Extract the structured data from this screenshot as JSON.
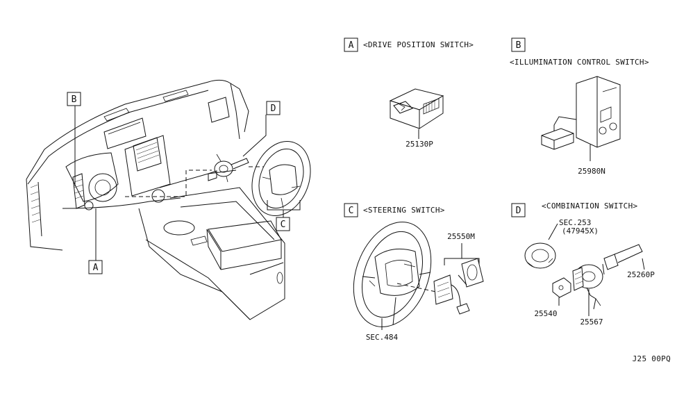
{
  "callouts": {
    "a": "A",
    "b": "B",
    "c": "C",
    "d": "D"
  },
  "sections": {
    "a": {
      "letter": "A",
      "title": "<DRIVE POSITION SWITCH>"
    },
    "b": {
      "letter": "B",
      "title": "<ILLUMINATION CONTROL SWITCH>"
    },
    "c": {
      "letter": "C",
      "title": "<STEERING SWITCH>"
    },
    "d": {
      "letter": "D",
      "title": "<COMBINATION SWITCH>"
    }
  },
  "parts": {
    "p25130P": "25130P",
    "p25980N": "25980N",
    "p25550M": "25550M",
    "sec484": "SEC.484",
    "sec253": "SEC.253",
    "p47945X": "(47945X)",
    "p25260P": "25260P",
    "p25540": "25540",
    "p25567": "25567"
  },
  "diagram_code": "J25 00PQ"
}
